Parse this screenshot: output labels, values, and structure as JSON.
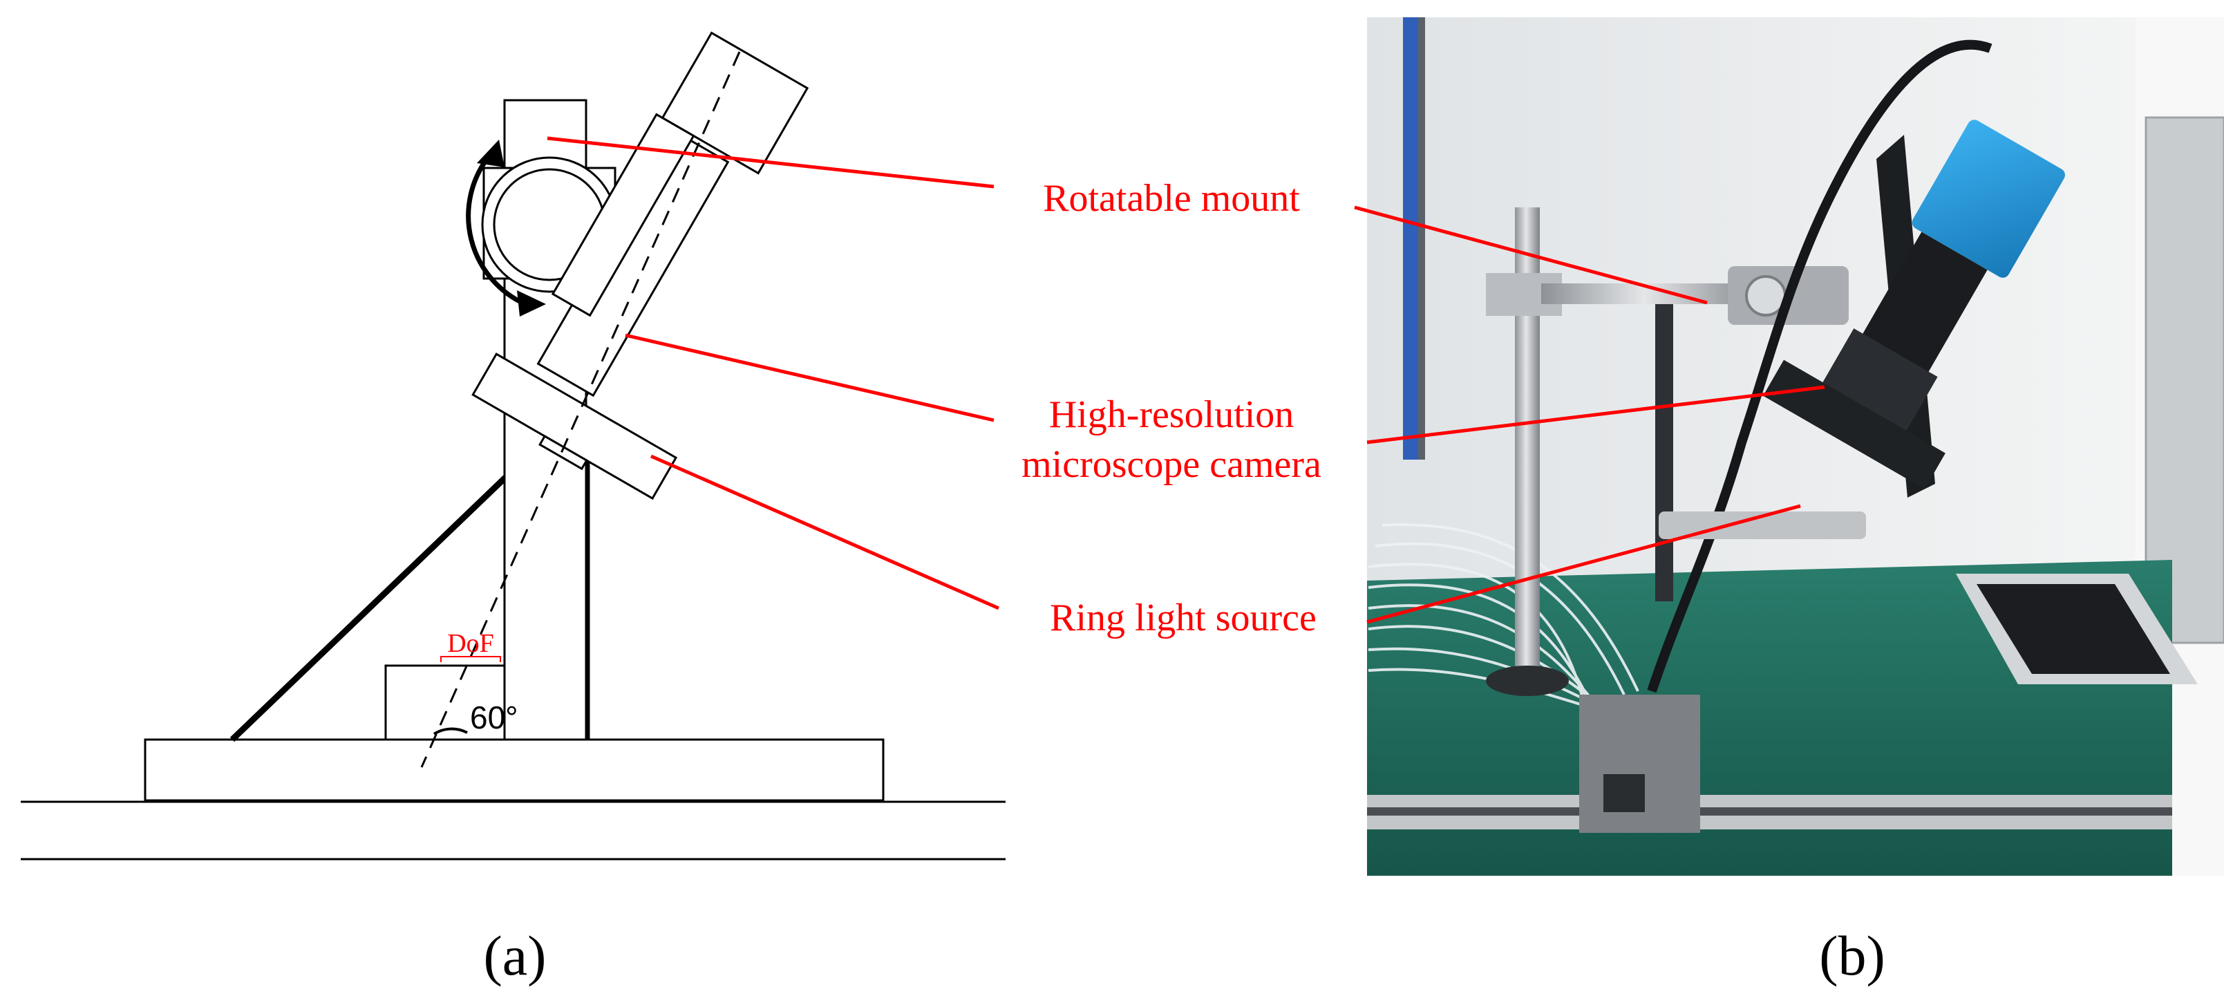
{
  "figure": {
    "panel_a": {
      "caption": "(a)",
      "dof_label": "DoF",
      "angle_label": "60°"
    },
    "panel_b": {
      "caption": "(b)"
    },
    "callouts": [
      {
        "id": "rotatable-mount",
        "lines": [
          "Rotatable mount"
        ]
      },
      {
        "id": "camera",
        "lines": [
          "High-resolution",
          "microscope camera"
        ]
      },
      {
        "id": "ring-light",
        "lines": [
          "Ring light source"
        ]
      }
    ],
    "colors": {
      "callout": "#ff0000",
      "line_art": "#000000",
      "camera_body": "#1e90d6",
      "bench_mat": "#1f6e5e"
    }
  }
}
